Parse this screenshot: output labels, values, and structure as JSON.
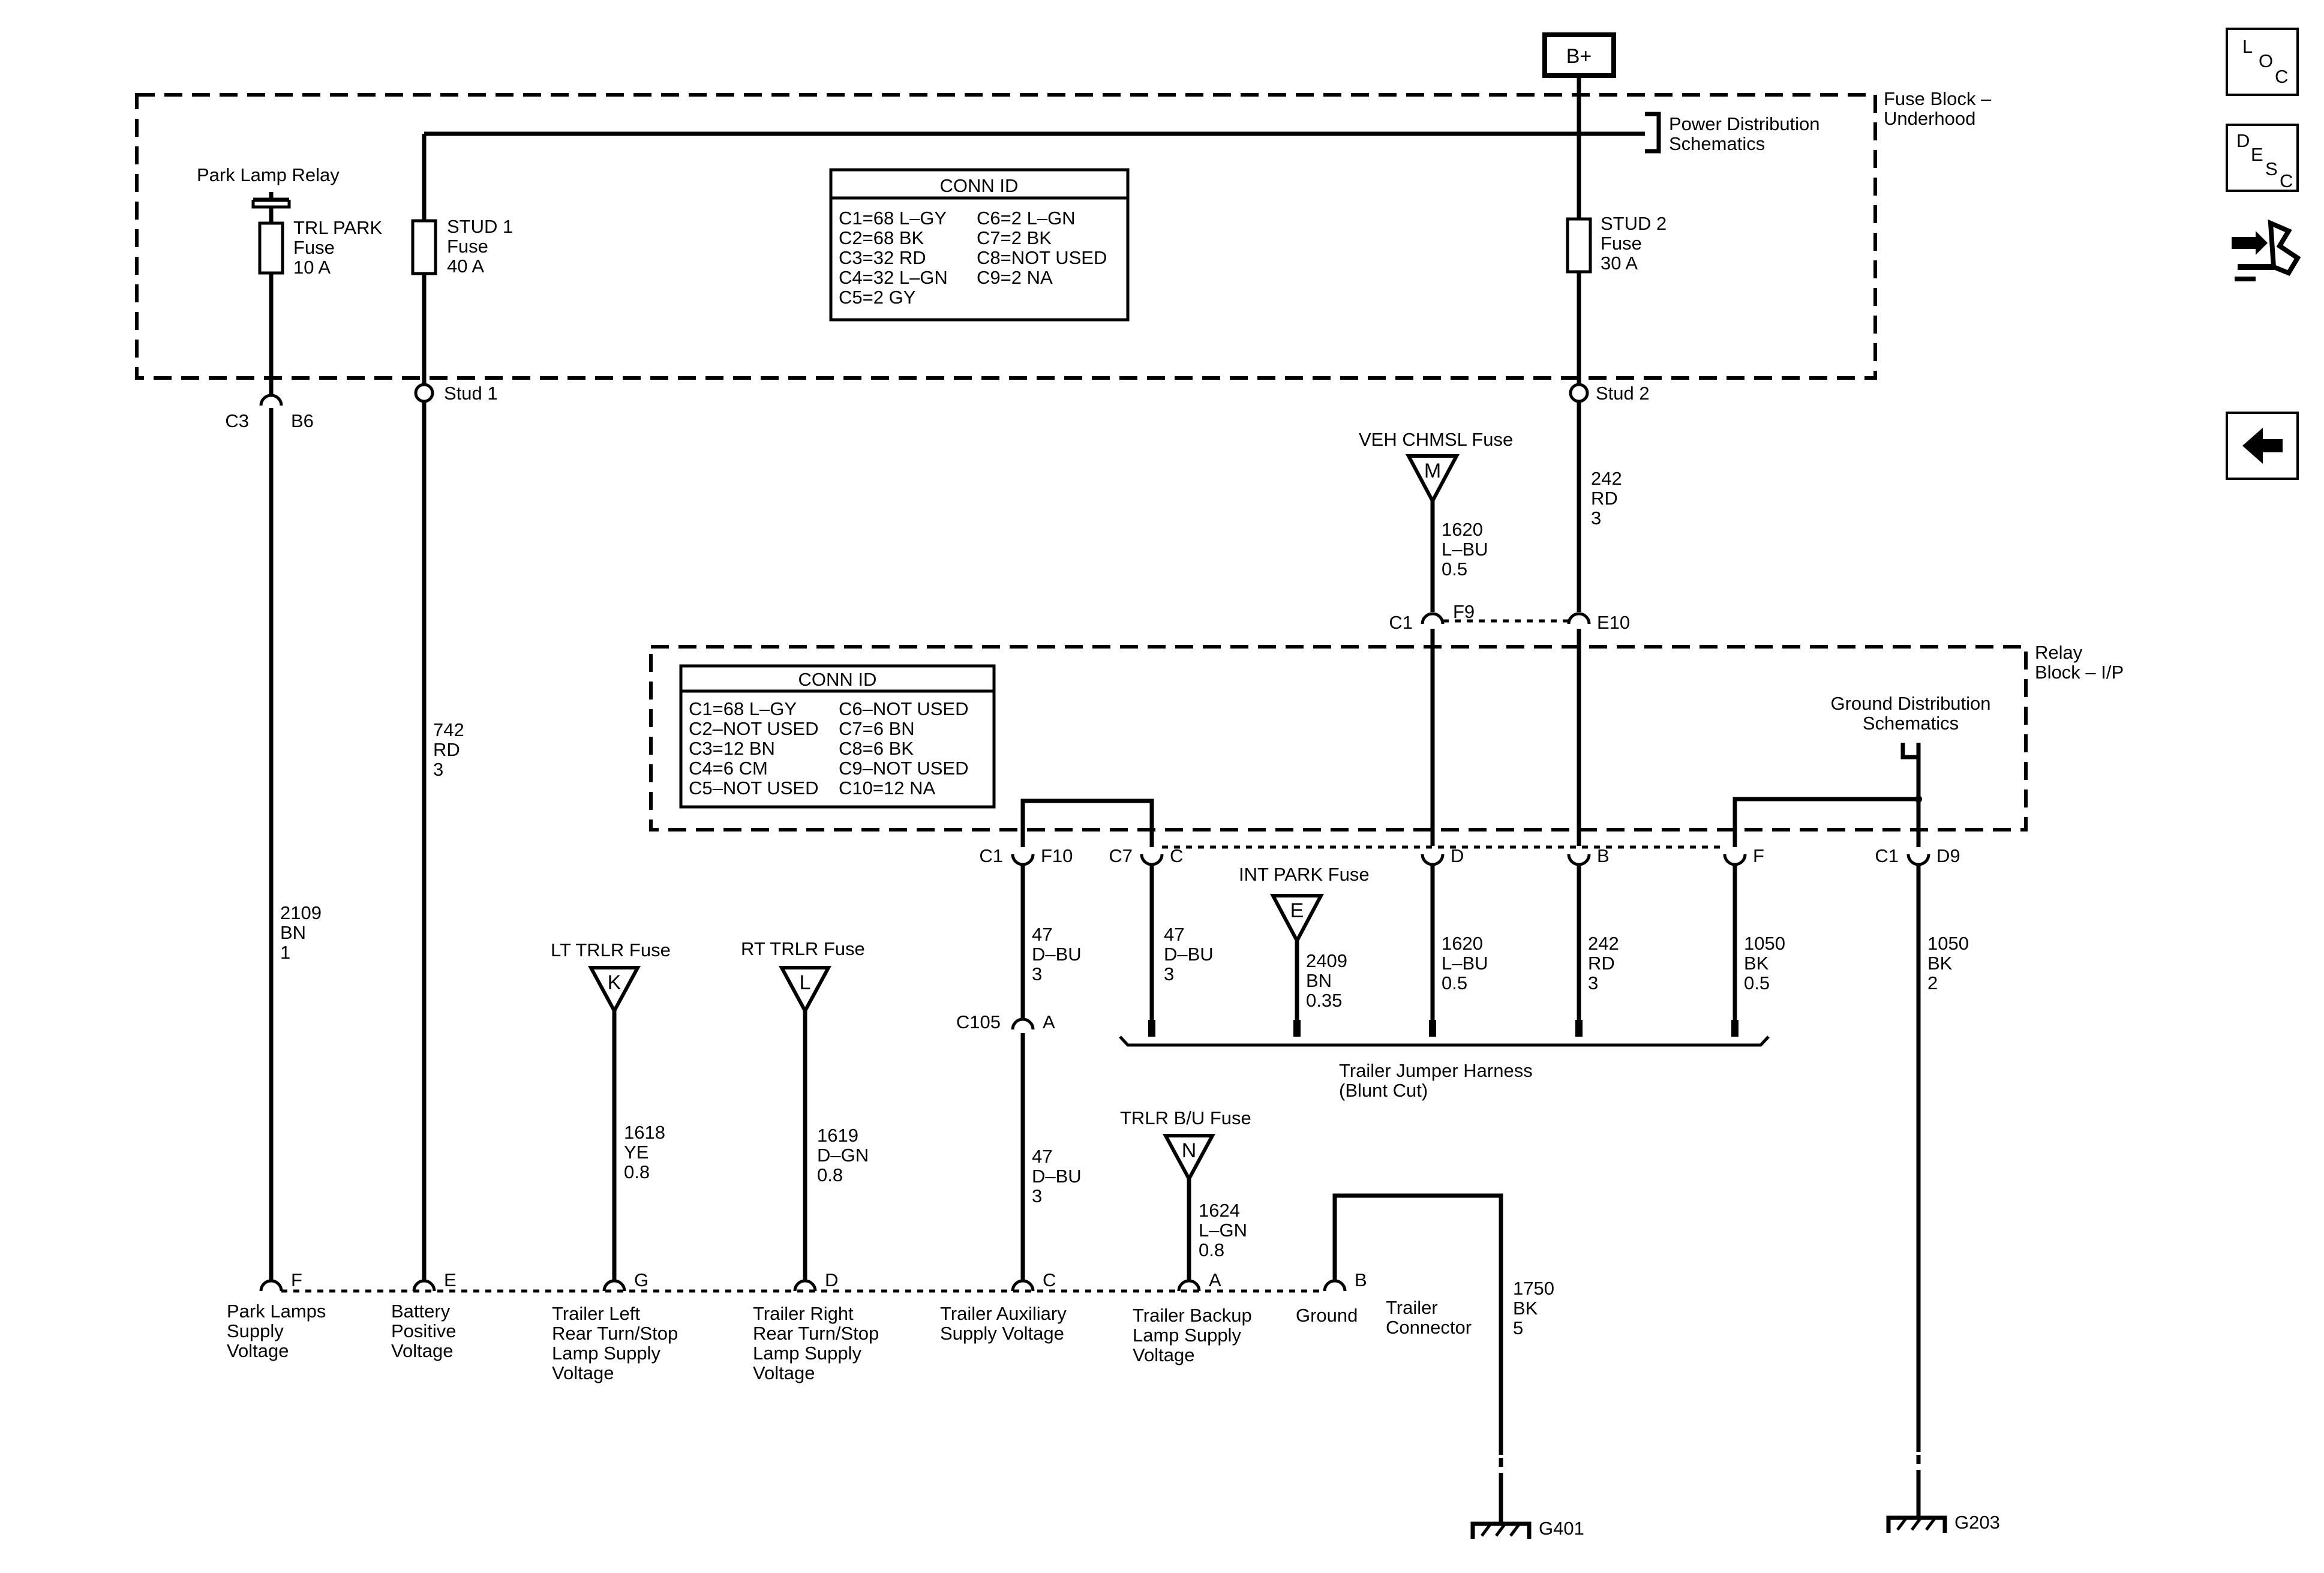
{
  "power_source": "B+",
  "fuse_block": {
    "title_line1": "Fuse Block –",
    "title_line2": "Underhood"
  },
  "power_distribution": {
    "line1": "Power Distribution",
    "line2": "Schematics"
  },
  "park_lamp_relay": "Park Lamp Relay",
  "fuses": {
    "trl_park": {
      "name": "TRL PARK",
      "type": "Fuse",
      "rating": "10 A"
    },
    "stud1": {
      "name": "STUD 1",
      "type": "Fuse",
      "rating": "40 A"
    },
    "stud2": {
      "name": "STUD 2",
      "type": "Fuse",
      "rating": "30 A"
    }
  },
  "conn_id_underhood": {
    "title": "CONN ID",
    "left": [
      "C1=68 L–GY",
      "C2=68 BK",
      "C3=32 RD",
      "C4=32 L–GN",
      "C5=2 GY"
    ],
    "right": [
      "C6=2 L–GN",
      "C7=2 BK",
      "C8=NOT USED",
      "C9=2 NA"
    ]
  },
  "studs": {
    "stud1": "Stud 1",
    "stud2": "Stud 2"
  },
  "connectors": {
    "c3": "C3",
    "b6": "B6",
    "c1": "C1",
    "f9": "F9",
    "e10": "E10",
    "f10": "F10",
    "c7": "C7",
    "c": "C",
    "d": "D",
    "b": "B",
    "f": "F",
    "d9": "D9",
    "c105": "C105",
    "a": "A"
  },
  "veh_chmsl": {
    "label": "VEH CHMSL Fuse",
    "letter": "M"
  },
  "relay_block": {
    "line1": "Relay",
    "line2": "Block – I/P"
  },
  "ground_distribution": {
    "line1": "Ground Distribution",
    "line2": "Schematics"
  },
  "conn_id_ip": {
    "title": "CONN ID",
    "left": [
      "C1=68 L–GY",
      "C2–NOT USED",
      "C3=12 BN",
      "C4=6 CM",
      "C5–NOT USED"
    ],
    "right": [
      "C6–NOT USED",
      "C7=6 BN",
      "C8=6 BK",
      "C9–NOT USED",
      "C10=12 NA"
    ]
  },
  "int_park": {
    "label": "INT PARK Fuse",
    "letter": "E"
  },
  "lt_trlr": {
    "label": "LT TRLR Fuse",
    "letter": "K"
  },
  "rt_trlr": {
    "label": "RT TRLR Fuse",
    "letter": "L"
  },
  "trlr_bu": {
    "label": "TRLR B/U Fuse",
    "letter": "N"
  },
  "wires": {
    "w742": [
      "742",
      "RD",
      "3"
    ],
    "w2109": [
      "2109",
      "BN",
      "1"
    ],
    "w242_top": [
      "242",
      "RD",
      "3"
    ],
    "w1620_top": [
      "1620",
      "L–BU",
      "0.5"
    ],
    "w47_c7": [
      "47",
      "D–BU",
      "3"
    ],
    "w47_f10": [
      "47",
      "D–BU",
      "3"
    ],
    "w47_lower": [
      "47",
      "D–BU",
      "3"
    ],
    "w2409": [
      "2409",
      "BN",
      "0.35"
    ],
    "w1620_low": [
      "1620",
      "L–BU",
      "0.5"
    ],
    "w242_low": [
      "242",
      "RD",
      "3"
    ],
    "w1050_f": [
      "1050",
      "BK",
      "0.5"
    ],
    "w1050_d9": [
      "1050",
      "BK",
      "2"
    ],
    "w1618": [
      "1618",
      "YE",
      "0.8"
    ],
    "w1619": [
      "1619",
      "D–GN",
      "0.8"
    ],
    "w1624": [
      "1624",
      "L–GN",
      "0.8"
    ],
    "w1750": [
      "1750",
      "BK",
      "5"
    ]
  },
  "jumper_harness": {
    "line1": "Trailer Jumper Harness",
    "line2": "(Blunt Cut)"
  },
  "trailer_pins": [
    {
      "pin": "F",
      "lines": [
        "Park Lamps",
        "Supply",
        "Voltage"
      ]
    },
    {
      "pin": "E",
      "lines": [
        "Battery",
        "Positive",
        "Voltage"
      ]
    },
    {
      "pin": "G",
      "lines": [
        "Trailer Left",
        "Rear Turn/Stop",
        "Lamp Supply",
        "Voltage"
      ]
    },
    {
      "pin": "D",
      "lines": [
        "Trailer Right",
        "Rear Turn/Stop",
        "Lamp Supply",
        "Voltage"
      ]
    },
    {
      "pin": "C",
      "lines": [
        "Trailer Auxiliary",
        "Supply Voltage"
      ]
    },
    {
      "pin": "A",
      "lines": [
        "Trailer Backup",
        "Lamp Supply",
        "Voltage"
      ]
    },
    {
      "pin": "B",
      "lines": [
        "Ground"
      ]
    }
  ],
  "trailer_connector": {
    "line1": "Trailer",
    "line2": "Connector"
  },
  "grounds": {
    "g401": "G401",
    "g203": "G203"
  },
  "nav": {
    "loc": [
      "L",
      "O",
      "C"
    ],
    "desc": [
      "D",
      "E",
      "S",
      "C"
    ]
  }
}
